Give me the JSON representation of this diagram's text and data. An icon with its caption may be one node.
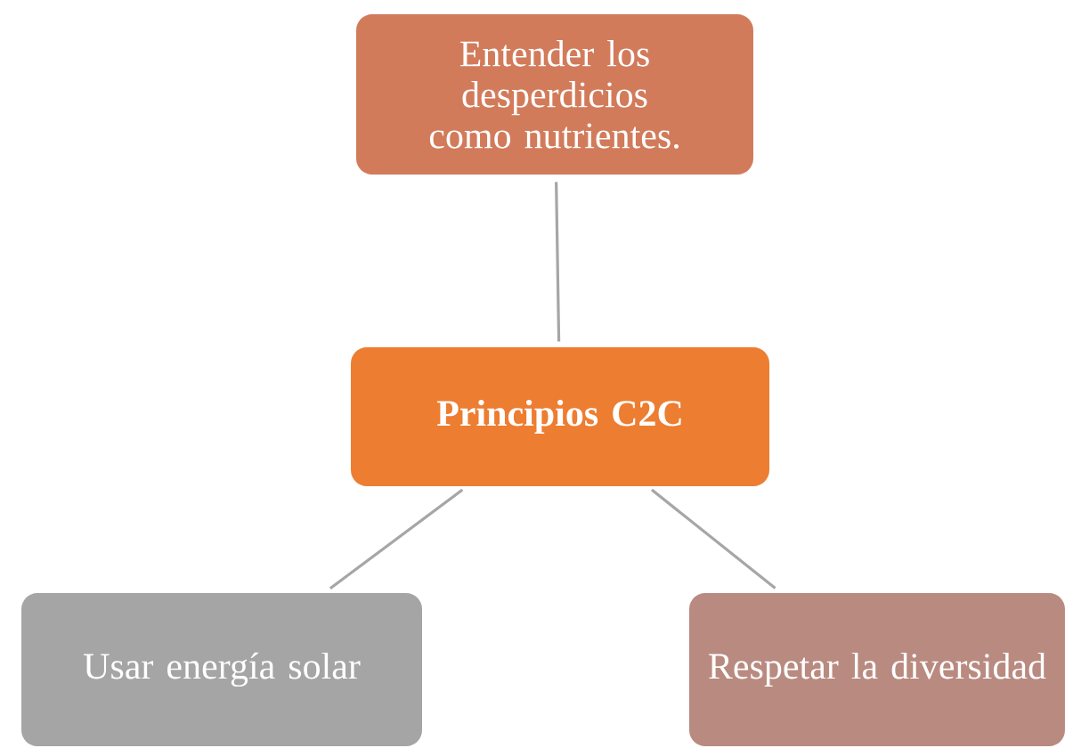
{
  "diagram": {
    "nodes": [
      {
        "text": [
          "Principios C2C"
        ]
      },
      {
        "text": [
          "Entender los desperdicios como nutrientes."
        ]
      },
      {
        "text": [
          "Usar energía solar"
        ]
      },
      {
        "text": [
          "Respetar la diversidad"
        ]
      }
    ],
    "edges": [
      {
        "from": 0,
        "to": 1,
        "arrow": "none"
      },
      {
        "from": 0,
        "to": 2,
        "arrow": "none"
      },
      {
        "from": 0,
        "to": 3,
        "arrow": "none"
      }
    ]
  }
}
